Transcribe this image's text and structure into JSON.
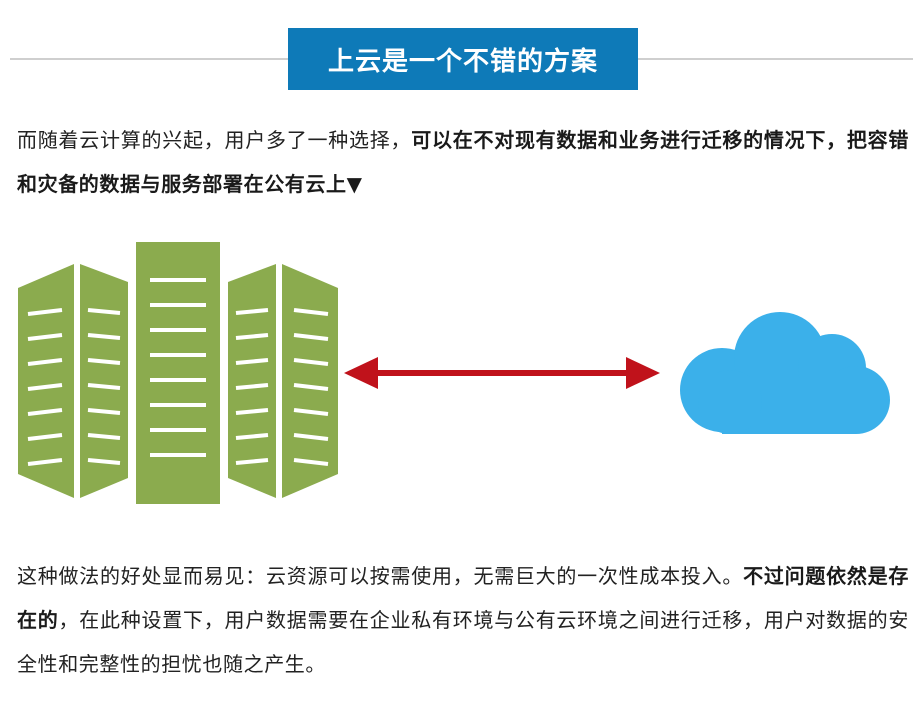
{
  "heading": {
    "title": "上云是一个不错的方案"
  },
  "paragraph1": {
    "normal": "而随着云计算的兴起，用户多了一种选择，",
    "bold": "可以在不对现有数据和业务进行迁移的情况下，把容错和灾备的数据与服务部署在公有云上▼"
  },
  "paragraph2": {
    "normal1": "这种做法的好处显而易见：云资源可以按需使用，无需巨大的一次性成本投入。",
    "bold": "不过问题依然是存在的",
    "normal2": "，在此种设置下，用户数据需要在企业私有环境与公有云环境之间进行迁移，用户对数据的安全性和完整性的担忧也随之产生。"
  },
  "illustration": {
    "server_color": "#8bab4e",
    "slot_color": "#ffffff",
    "arrow_color": "#c0121b",
    "cloud_color": "#3bb0ea",
    "icons": [
      "server-rack-icon",
      "double-arrow-icon",
      "cloud-icon"
    ]
  }
}
